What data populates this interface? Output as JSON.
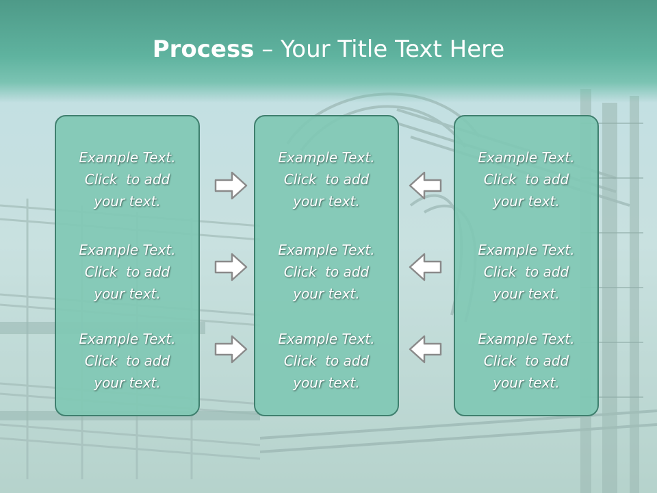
{
  "slide": {
    "title_strong": "Process",
    "title_rest": " – Your Title Text Here"
  },
  "columns": [
    {
      "blocks": [
        "Example Text.\nClick  to add\nyour text.",
        "Example Text.\nClick  to add\nyour text.",
        "Example Text.\nClick  to add\nyour text."
      ]
    },
    {
      "blocks": [
        "Example Text.\nClick  to add\nyour text.",
        "Example Text.\nClick  to add\nyour text.",
        "Example Text.\nClick  to add\nyour text."
      ]
    },
    {
      "blocks": [
        "Example Text.\nClick  to add\nyour text.",
        "Example Text.\nClick  to add\nyour text.",
        "Example Text.\nClick  to add\nyour text."
      ]
    }
  ],
  "arrows": {
    "left_group": "right-arrow-icon",
    "right_group": "left-arrow-icon"
  },
  "colors": {
    "title_band": "#5fb39f",
    "panel_fill": "#80c8b4",
    "panel_border": "#3f7f6e",
    "text": "#ffffff"
  }
}
